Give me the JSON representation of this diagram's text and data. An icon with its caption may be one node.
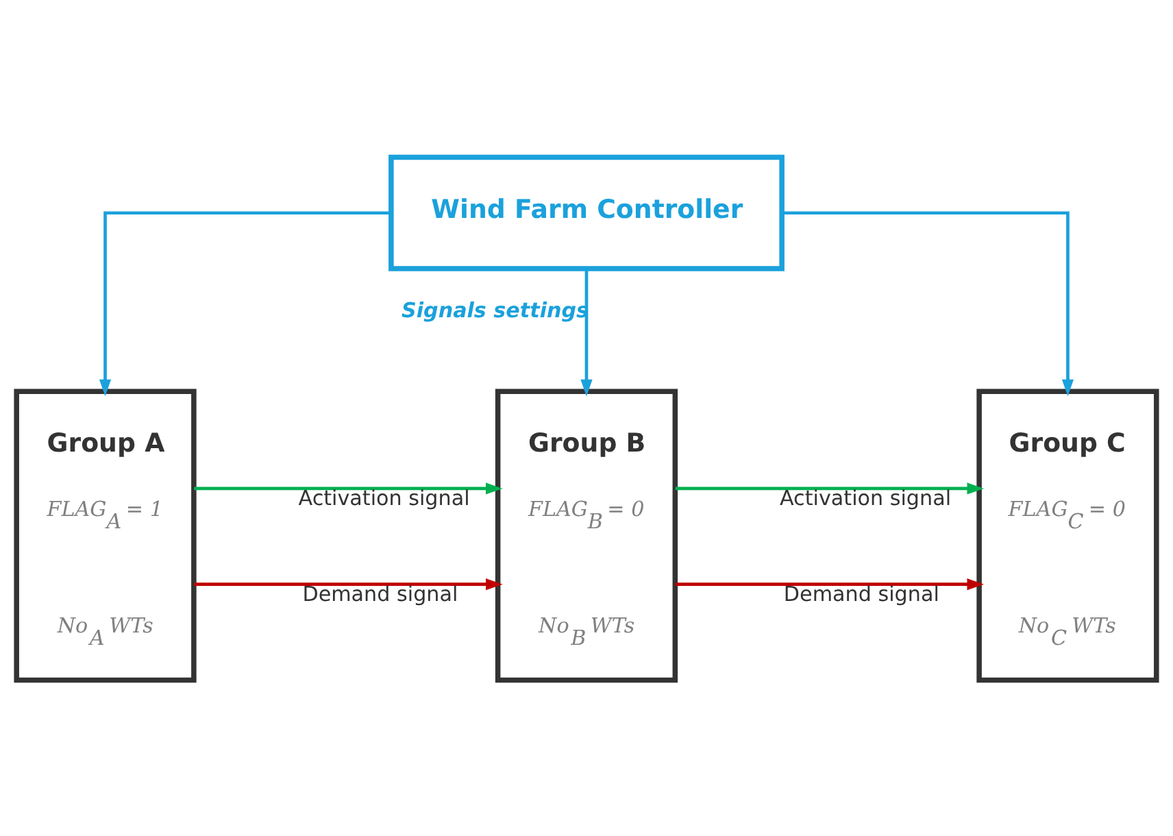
{
  "diagram": {
    "nodes": [
      {
        "text": [
          "Wind Farm Controller"
        ]
      },
      {
        "text": [
          "Group A",
          "FLAG$_{A}$ = 1",
          "No$_{A}$ WTs"
        ]
      },
      {
        "text": [
          "Group B",
          "FLAG$_{B}$ = 0",
          "No$_{B}$ WTs"
        ]
      },
      {
        "text": [
          "Group C",
          "FLAG$_{C}$ = 0",
          "No$_{C}$ WTs"
        ]
      }
    ],
    "edges": [
      {
        "from": 0,
        "to": 1,
        "arrow": "to"
      },
      {
        "from": 0,
        "to": 2,
        "arrow": "to",
        "label": "Signals settings"
      },
      {
        "from": 0,
        "to": 3,
        "arrow": "to"
      },
      {
        "from": 1,
        "to": 2,
        "arrow": "to",
        "label": "Activation signal",
        "color": "#00b050"
      },
      {
        "from": 1,
        "to": 2,
        "arrow": "to",
        "label": "Demand signal",
        "color": "#c00000"
      },
      {
        "from": 2,
        "to": 3,
        "arrow": "to",
        "label": "Activation signal",
        "color": "#00b050"
      },
      {
        "from": 2,
        "to": 3,
        "arrow": "to",
        "label": "Demand signal",
        "color": "#c00000"
      }
    ]
  }
}
